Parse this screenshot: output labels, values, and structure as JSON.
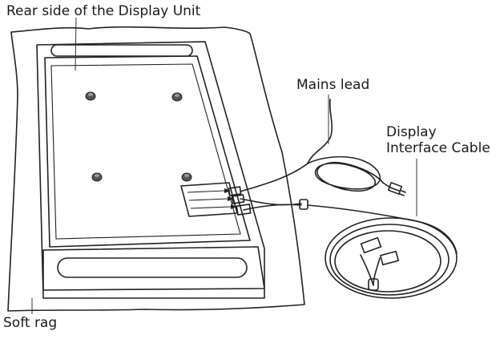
{
  "labels": {
    "rear_side": "Rear side of the Display Unit",
    "mains_lead": "Mains lead",
    "display_cable_line1": "Display",
    "display_cable_line2": "Interface Cable",
    "soft_rag": "Soft rag"
  },
  "colors": {
    "line": "#222222",
    "panel_fill": "#e6e6e6",
    "rag_fill": "#f4f4f4",
    "screw_fill": "#555555"
  }
}
